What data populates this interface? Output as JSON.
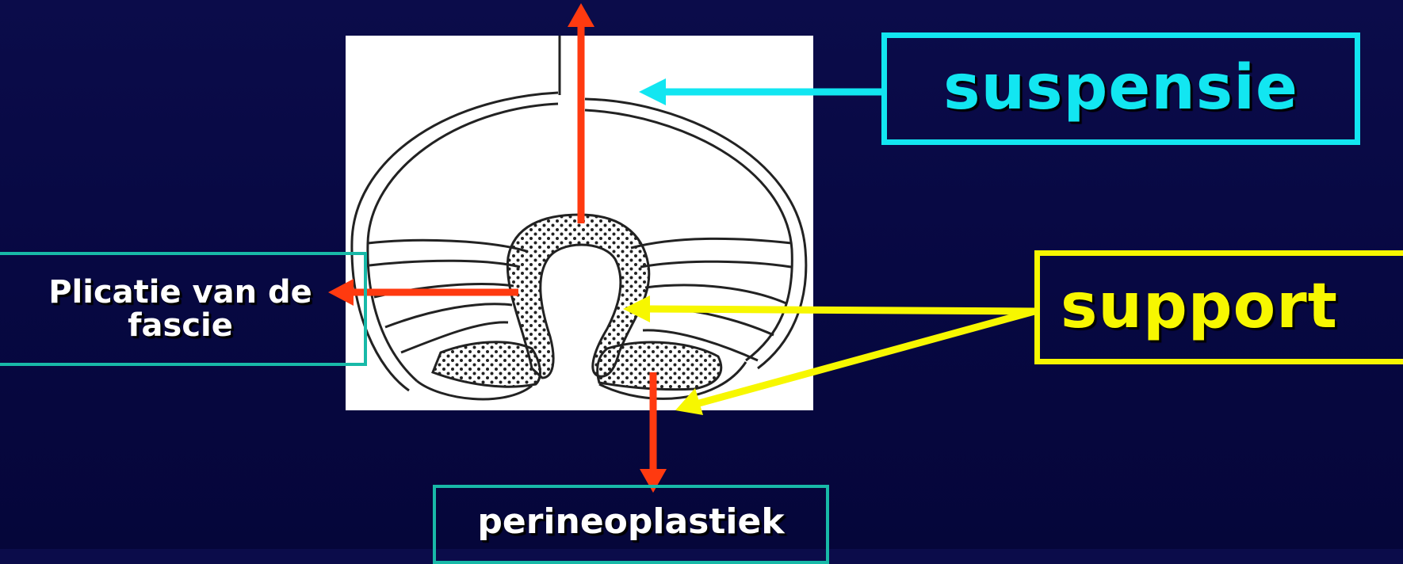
{
  "labels": {
    "suspensie": "suspensie",
    "support": "support",
    "plicatie_line1": "Plicatie van de",
    "plicatie_line2": "fascie",
    "perineoplastiek": "perineoplastiek"
  },
  "colors": {
    "background": "#06073f",
    "suspensie_color": "#12e6f1",
    "support_color": "#f7f700",
    "plicatie_box_color": "#18b9a8",
    "red_arrow_color": "#ff3a10",
    "illustration_bg": "#ffffff"
  }
}
